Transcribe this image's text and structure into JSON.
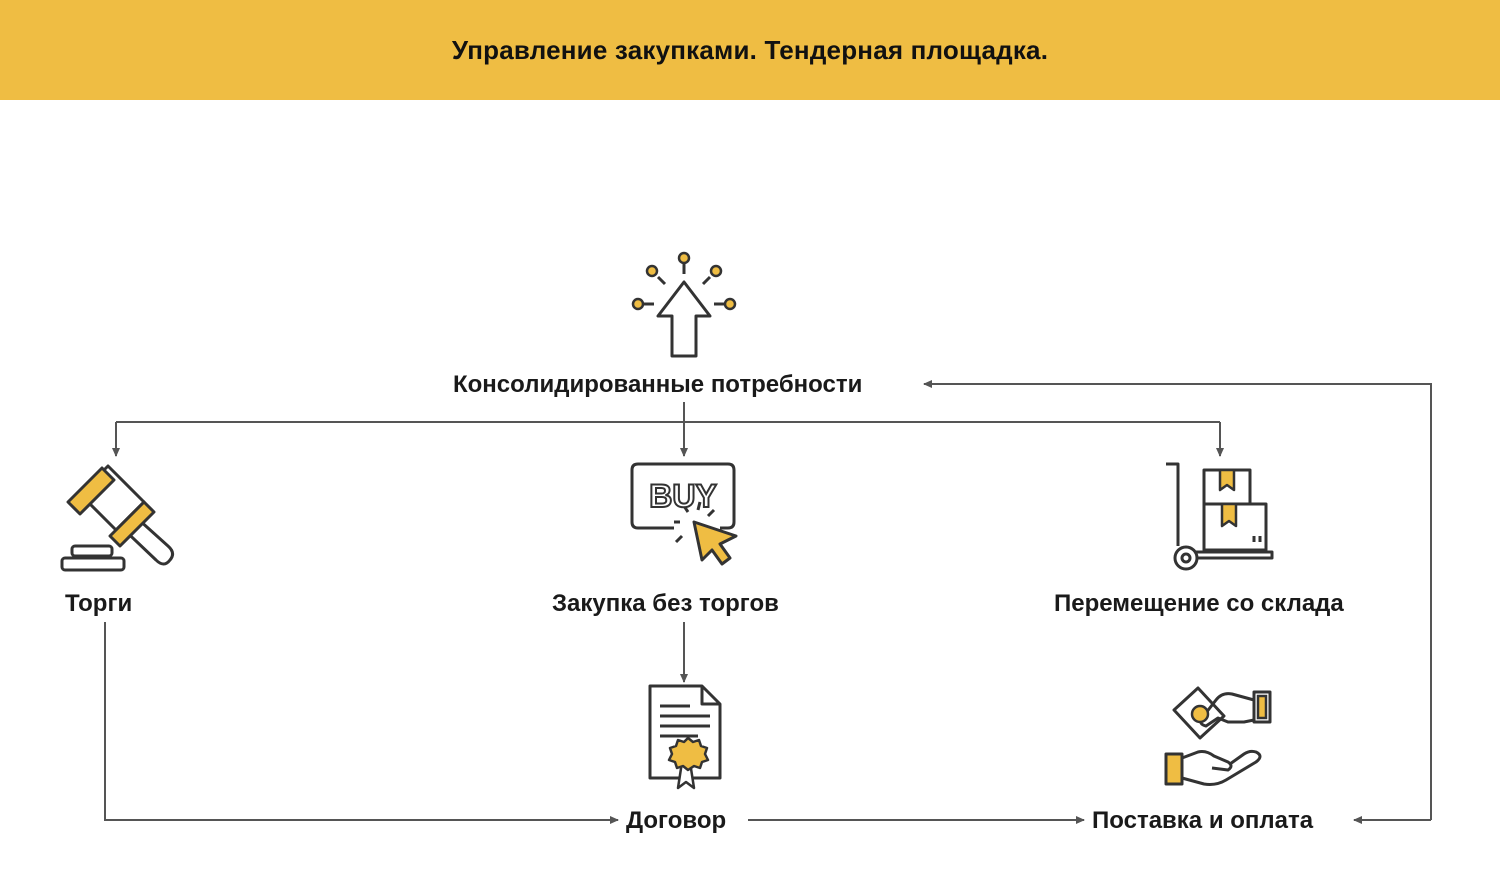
{
  "header": {
    "title": "Управление закупками. Тендерная площадка."
  },
  "colors": {
    "header_bg": "#efbd43",
    "accent": "#efbd43",
    "line": "#555555",
    "icon_stroke": "#333333"
  },
  "nodes": {
    "needs": {
      "label": "Консолидированные потребности",
      "icon": "cursor-click-icon"
    },
    "tender": {
      "label": "Торги",
      "icon": "gavel-icon"
    },
    "direct": {
      "label": "Закупка без торгов",
      "icon": "buy-button-icon"
    },
    "warehouse": {
      "label": "Перемещение со склада",
      "icon": "hand-truck-boxes-icon"
    },
    "contract": {
      "label": "Договор",
      "icon": "contract-certificate-icon"
    },
    "delivery": {
      "label": "Поставка и оплата",
      "icon": "hands-money-exchange-icon"
    }
  },
  "buy_text": "BUY"
}
